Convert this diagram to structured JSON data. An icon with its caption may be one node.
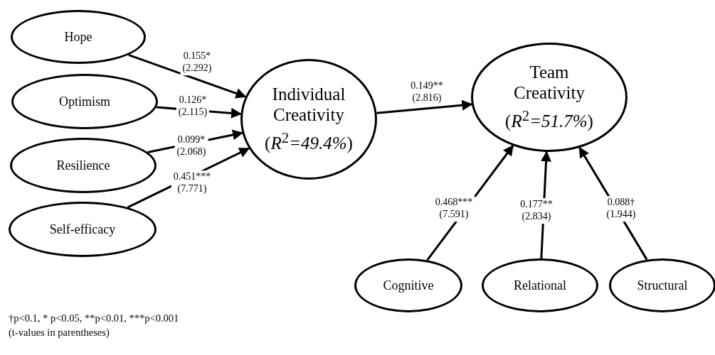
{
  "diagram": {
    "nodes": [
      {
        "text": [
          "Hope"
        ]
      },
      {
        "text": [
          "Optimism"
        ]
      },
      {
        "text": [
          "Resilience"
        ]
      },
      {
        "text": [
          "Self-efficacy"
        ]
      },
      {
        "text": [
          "Individual Creativity",
          "(*R*$^{2}$*=49.4%*)"
        ]
      },
      {
        "text": [
          "Team Creativity",
          "(*R*$^{2}$*=51.7%*)"
        ]
      },
      {
        "text": [
          "Cognitive"
        ]
      },
      {
        "text": [
          "Relational"
        ]
      },
      {
        "text": [
          "Structural"
        ]
      }
    ],
    "edges": [
      {
        "from": 0,
        "to": 4,
        "arrow": "to",
        "label": "0.155* (2.292)"
      },
      {
        "from": 1,
        "to": 4,
        "arrow": "to",
        "label": "0.126* (2.115)"
      },
      {
        "from": 2,
        "to": 4,
        "arrow": "to",
        "label": "0.099* (2.068)"
      },
      {
        "from": 3,
        "to": 4,
        "arrow": "to",
        "label": "0.451*** (7.771)"
      },
      {
        "from": 4,
        "to": 5,
        "arrow": "to",
        "label": "0.149** (2.816)"
      },
      {
        "from": 6,
        "to": 5,
        "arrow": "to",
        "label": "0.468*** (7.591)"
      },
      {
        "from": 7,
        "to": 5,
        "arrow": "to",
        "label": "0.177** (2.834)"
      },
      {
        "from": 8,
        "to": 5,
        "arrow": "to",
        "label": "0.088† (1.944)"
      }
    ],
    "labels": [
      "†p<0.1, * p<0.05, **p<0.01, ***p<0.001",
      "(t-values in parentheses)"
    ]
  }
}
